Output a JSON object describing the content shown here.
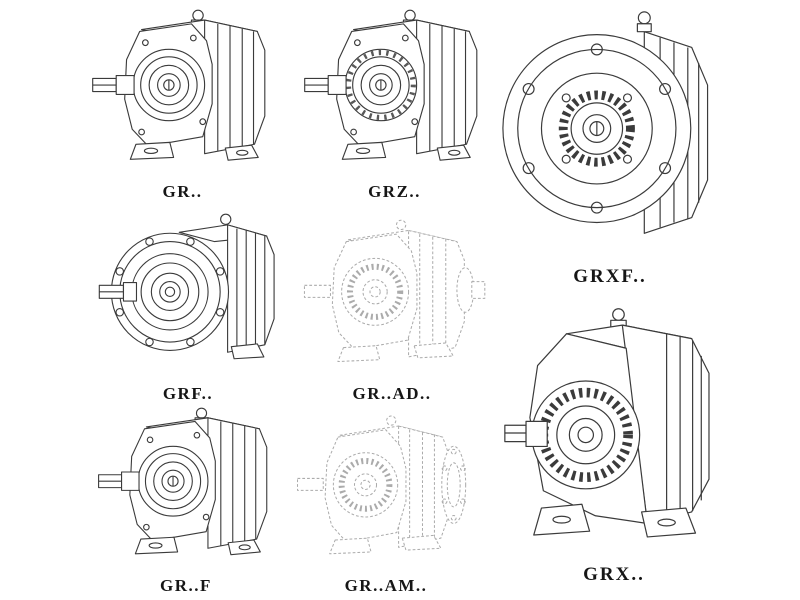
{
  "colors": {
    "background": "#ffffff",
    "line": "#3b3b3b",
    "phantom_line": "#ababab",
    "label_text": "#161616"
  },
  "items": [
    {
      "id": "gr",
      "label": "GR..",
      "drawing": "foot-mounted-helical-gearbox",
      "line_style": "solid"
    },
    {
      "id": "grz",
      "label": "GRZ..",
      "drawing": "foot-mounted-gearbox-with-bolt-ring",
      "line_style": "solid"
    },
    {
      "id": "grxf",
      "label": "GRXF..",
      "drawing": "large-flange-front-gearbox",
      "line_style": "solid"
    },
    {
      "id": "grf",
      "label": "GRF..",
      "drawing": "flange-mounted-gearbox",
      "line_style": "solid"
    },
    {
      "id": "gr_ad",
      "label": "GR..AD..",
      "drawing": "gearbox-with-input-adapter-phantom",
      "line_style": "phantom"
    },
    {
      "id": "gr_f",
      "label": "GR..F",
      "drawing": "foot-and-flange-gearbox",
      "line_style": "solid"
    },
    {
      "id": "gr_am",
      "label": "GR..AM..",
      "drawing": "gearbox-with-motor-flange-phantom",
      "line_style": "phantom"
    },
    {
      "id": "grx",
      "label": "GRX..",
      "drawing": "large-foot-mounted-gearbox",
      "line_style": "solid"
    }
  ]
}
